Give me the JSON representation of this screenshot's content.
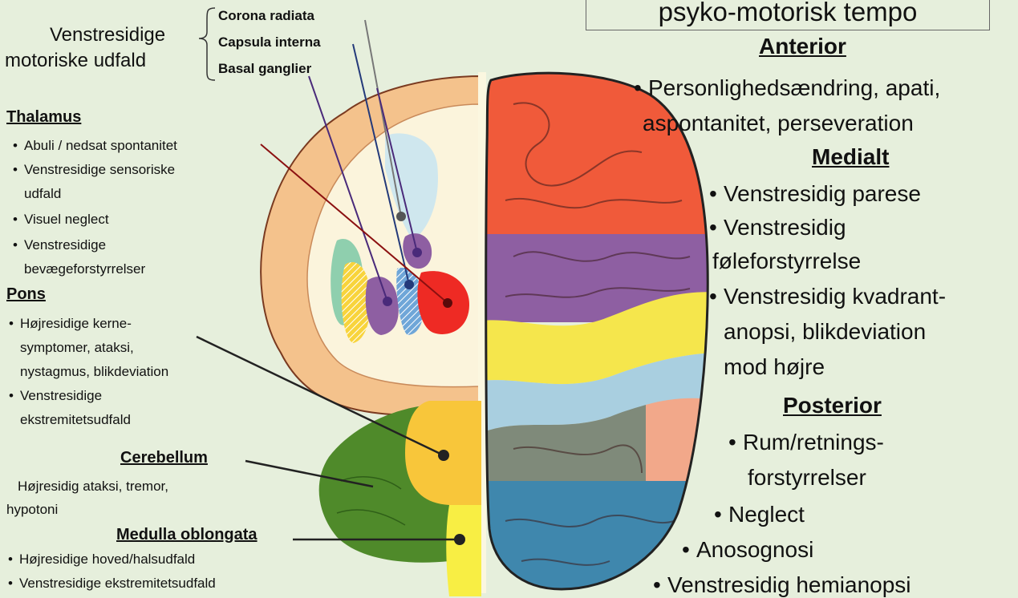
{
  "title_box": "psyko-motorisk tempo",
  "motor": {
    "label_line1": "Venstresidige",
    "label_line2": "motoriske udfald",
    "structures": [
      "Corona radiata",
      "Capsula interna",
      "Basal ganglier"
    ]
  },
  "thalamus": {
    "heading": "Thalamus",
    "items": [
      "Abuli / nedsat spontanitet",
      "Venstresidige sensoriske",
      "udfald",
      "Visuel neglect",
      "Venstresidige",
      "bevægeforstyrrelser"
    ]
  },
  "pons": {
    "heading": "Pons",
    "items": [
      "Højresidige kerne-",
      "symptomer, ataksi,",
      "nystagmus, blikdeviation",
      "Venstresidige",
      "ekstremitetsudfald"
    ]
  },
  "cerebellum": {
    "heading": "Cerebellum",
    "line1": "Højresidig ataksi, tremor,",
    "line2": "hypotoni"
  },
  "medulla": {
    "heading": "Medulla oblongata",
    "items": [
      "Højresidige hoved/halsudfald",
      "Venstresidige ekstremitetsudfald"
    ]
  },
  "anterior": {
    "heading": "Anterior",
    "line1": "Personlighedsændring, apati,",
    "line2": "aspontanitet, perseveration"
  },
  "medialt": {
    "heading": "Medialt",
    "items": [
      "Venstresidig parese",
      "Venstresidig",
      "føleforstyrrelse",
      "Venstresidig kvadrant-",
      "anopsi, blikdeviation",
      "mod højre"
    ]
  },
  "posterior": {
    "heading": "Posterior",
    "items": [
      "Rum/retnings-",
      "forstyrrelser",
      "Neglect",
      "Anosognosi",
      "Venstresidig hemianopsi"
    ]
  },
  "colors": {
    "background": "#e6efdc",
    "frontal": "#f05a3a",
    "parietal_purple": "#8e5fa2",
    "yellow_band": "#f5e64c",
    "light_blue": "#a9cfe0",
    "temporal_gray": "#7f8a7a",
    "occipital_blue": "#3f87ad",
    "peach": "#f2a88a",
    "cortex_orange": "#f5c38f",
    "cerebellum_green": "#4f8a2a",
    "pons_yellow": "#f8c63a",
    "medulla_yellow": "#f8ee44",
    "thalamus_red": "#ee2a24",
    "line_darkred": "#8b1010",
    "line_navy": "#243a7a",
    "line_purple": "#4a2a7a",
    "line_gray": "#777777"
  }
}
